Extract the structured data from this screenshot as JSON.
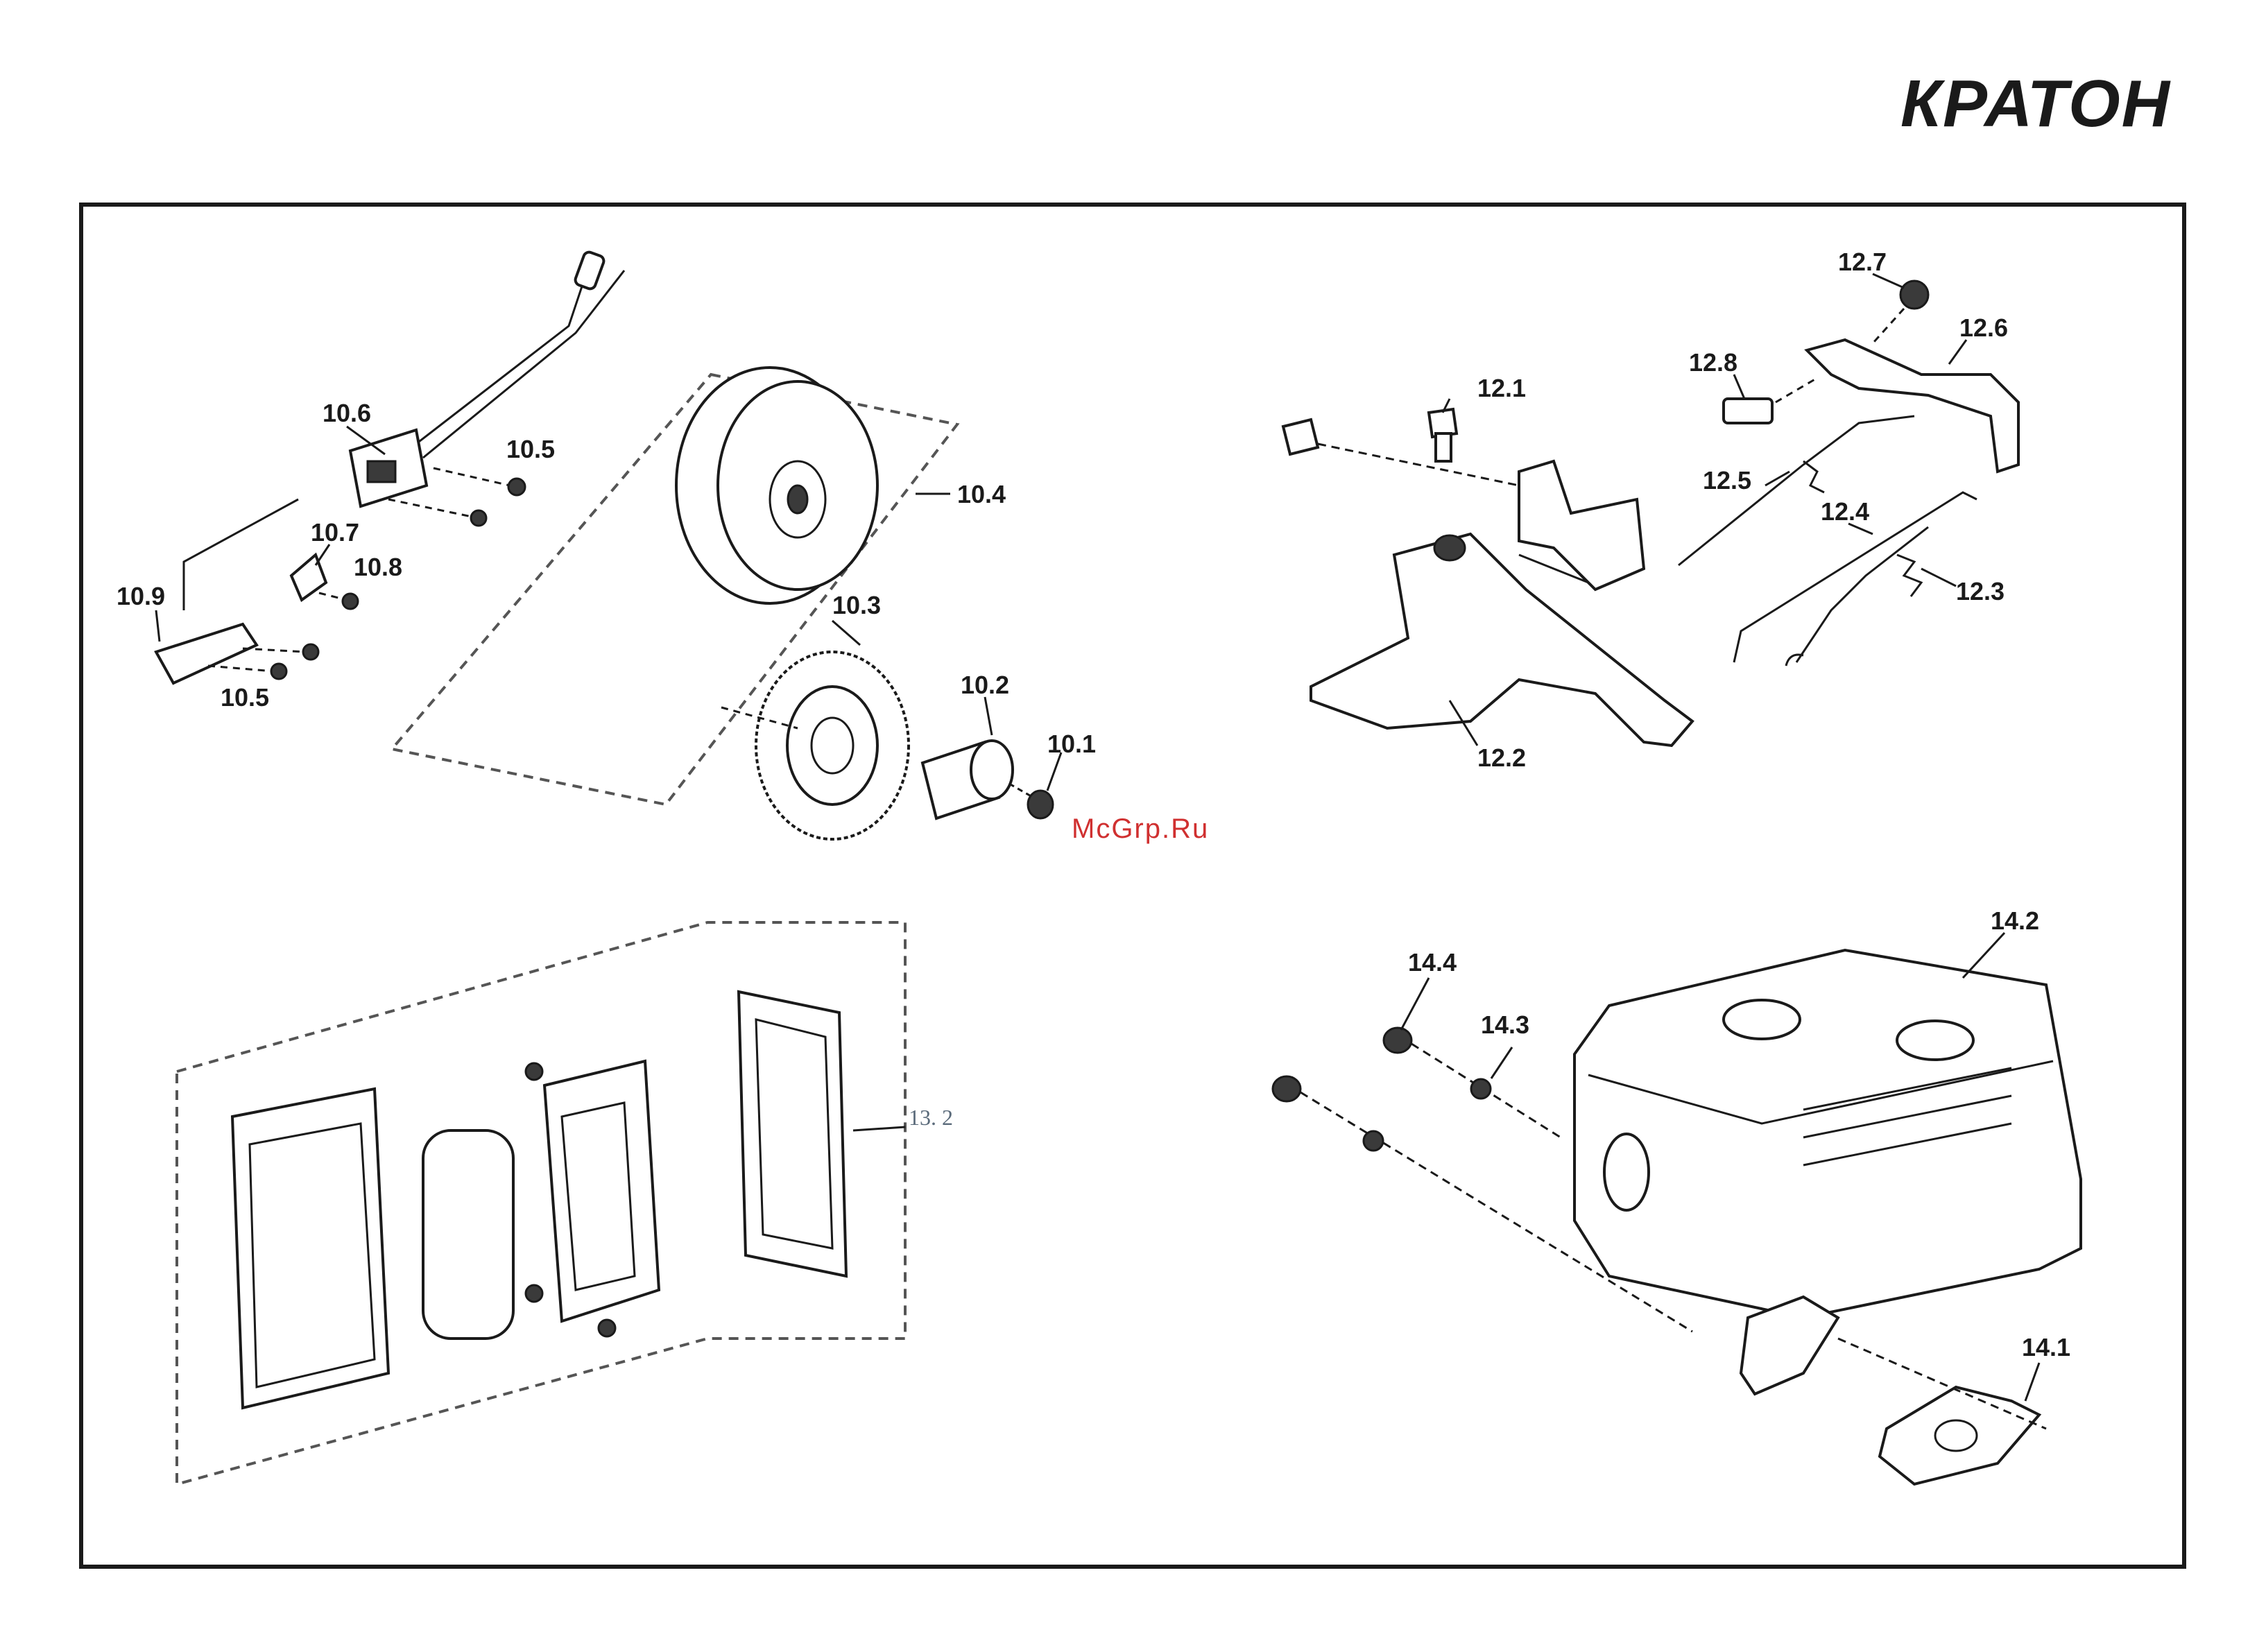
{
  "brand": {
    "logo_text": "КРАТОН"
  },
  "watermark": "McGrp.Ru",
  "labels": {
    "l10_1": "10.1",
    "l10_2": "10.2",
    "l10_3": "10.3",
    "l10_4": "10.4",
    "l10_5a": "10.5",
    "l10_5b": "10.5",
    "l10_6": "10.6",
    "l10_7": "10.7",
    "l10_8": "10.8",
    "l10_9": "10.9",
    "l12_1": "12.1",
    "l12_2": "12.2",
    "l12_3": "12.3",
    "l12_4": "12.4",
    "l12_5": "12.5",
    "l12_6": "12.6",
    "l12_7": "12.7",
    "l12_8": "12.8",
    "l13_2": "13. 2",
    "l14_1": "14.1",
    "l14_2": "14.2",
    "l14_3": "14.3",
    "l14_4": "14.4"
  }
}
